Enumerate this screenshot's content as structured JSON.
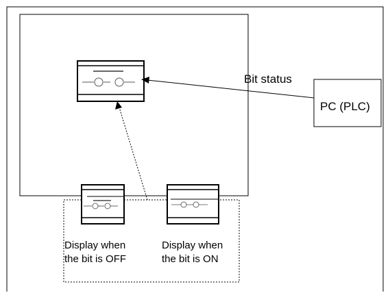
{
  "labels": {
    "bit_status": "Bit status",
    "plc": "PC (PLC)",
    "off_line1": "Display when",
    "off_line2": "the bit is OFF",
    "on_line1": "Display when",
    "on_line2": "the bit is ON"
  },
  "colors": {
    "line": "#000000",
    "background": "#ffffff"
  }
}
